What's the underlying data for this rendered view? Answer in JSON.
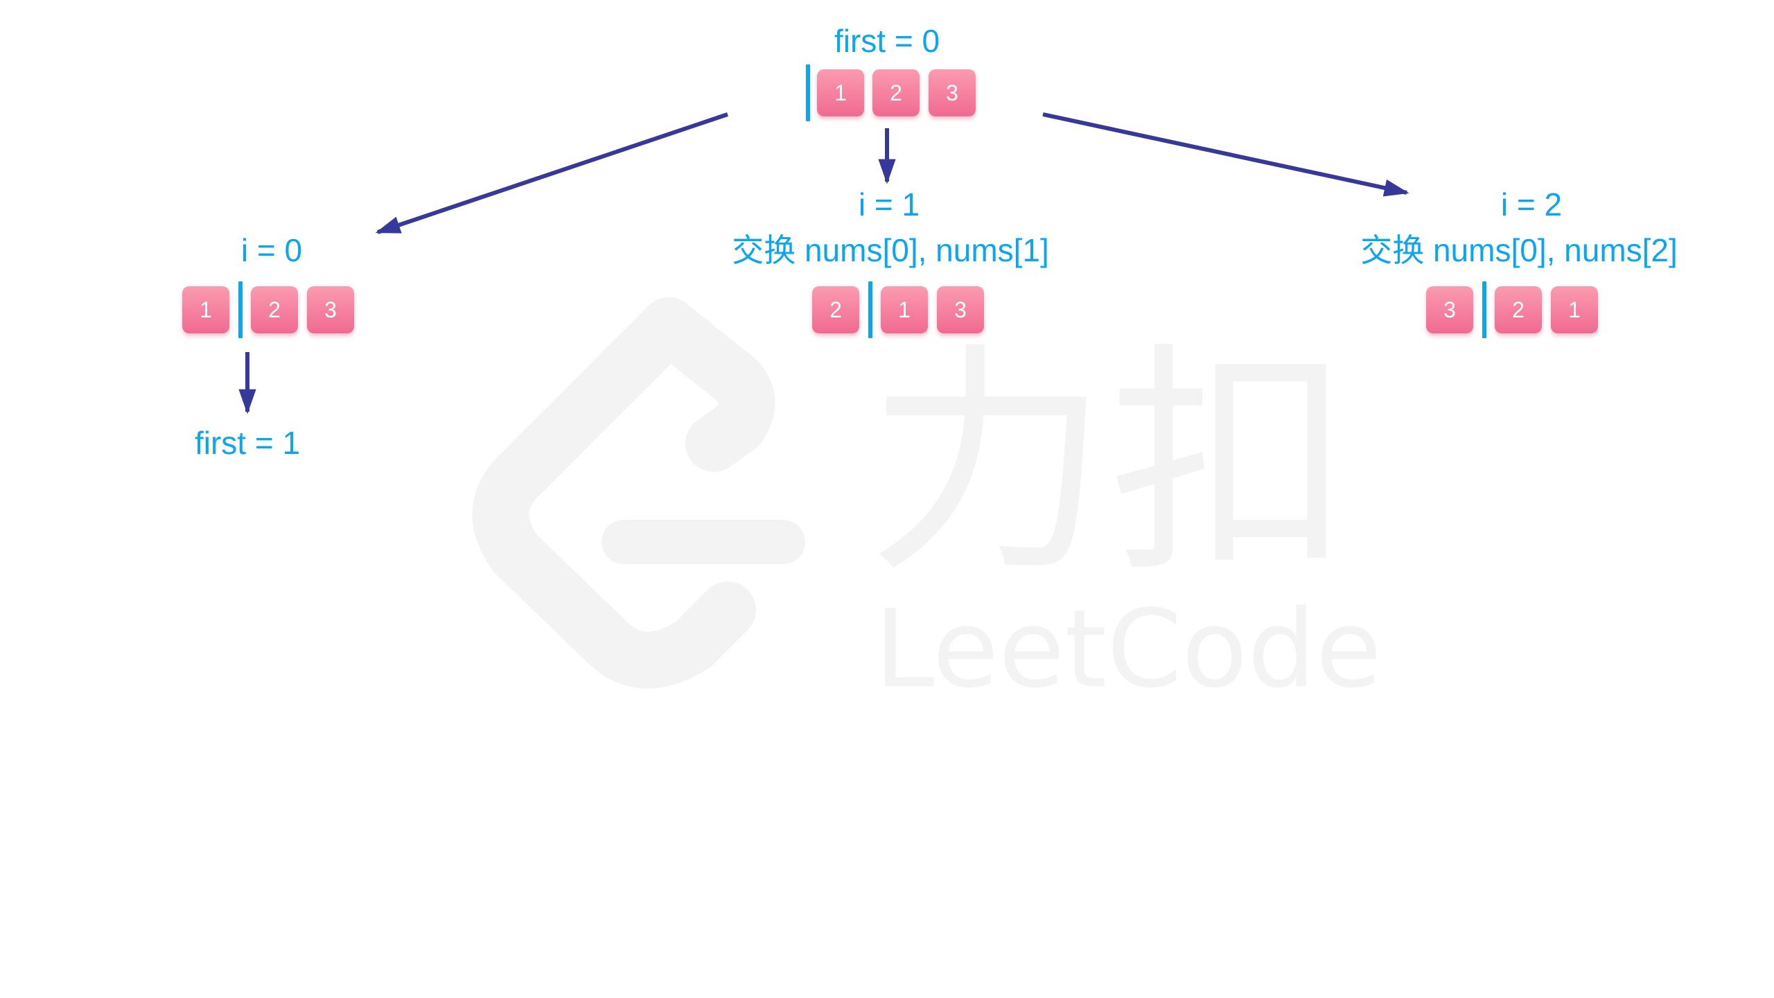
{
  "watermark": {
    "brand_cn": "力扣",
    "brand_en": "LeetCode"
  },
  "colors": {
    "label": "#0ea5f0",
    "arrow": "#36389a",
    "cell_top": "#fb9bb0",
    "cell_bottom": "#f06a90",
    "divider": "#0ea5f0",
    "watermark": "#f3f3f3"
  },
  "root": {
    "label": "first = 0",
    "cells": [
      "1",
      "2",
      "3"
    ]
  },
  "branch_left": {
    "label": "i = 0",
    "cells": [
      "1",
      "2",
      "3"
    ],
    "child_label": "first = 1"
  },
  "branch_middle": {
    "label": "i = 1",
    "swap_label": "交换 nums[0], nums[1]",
    "cells": [
      "2",
      "1",
      "3"
    ]
  },
  "branch_right": {
    "label": "i = 2",
    "swap_label": "交换 nums[0], nums[2]",
    "cells": [
      "3",
      "2",
      "1"
    ]
  }
}
